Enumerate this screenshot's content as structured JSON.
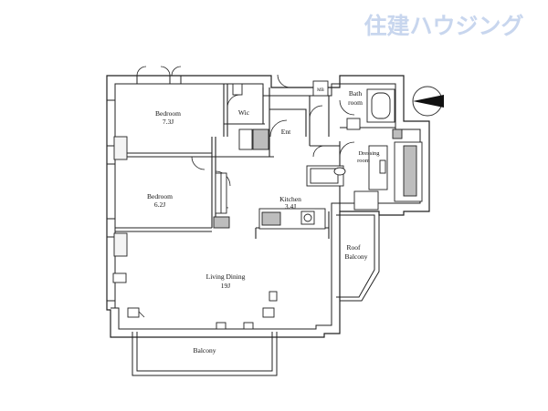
{
  "watermark": {
    "text": "住建ハウジング",
    "color": "#c8d6ee"
  },
  "rooms": {
    "bedroom1": {
      "name": "Bedroom",
      "size": "7.3J"
    },
    "wic": {
      "name": "Wic"
    },
    "bath": {
      "name": "Bath",
      "sub": "room"
    },
    "mb": {
      "name": "MB"
    },
    "ent": {
      "name": "Ent"
    },
    "dressing": {
      "name": "Dressing",
      "sub": "room"
    },
    "bedroom2": {
      "name": "Bedroom",
      "size": "6.2J"
    },
    "kitchen": {
      "name": "Kitchen",
      "size": "3.4J"
    },
    "roof_balcony": {
      "name": "Roof",
      "sub": "Balcony"
    },
    "living": {
      "name": "Living Dining",
      "size": "19J"
    },
    "balcony": {
      "name": "Balcony"
    }
  },
  "icons": {
    "north": "north-arrow-icon"
  },
  "colors": {
    "wall": "#222222",
    "wall_fill": "#f4f4f4",
    "fixture": "#bdbdbd"
  }
}
